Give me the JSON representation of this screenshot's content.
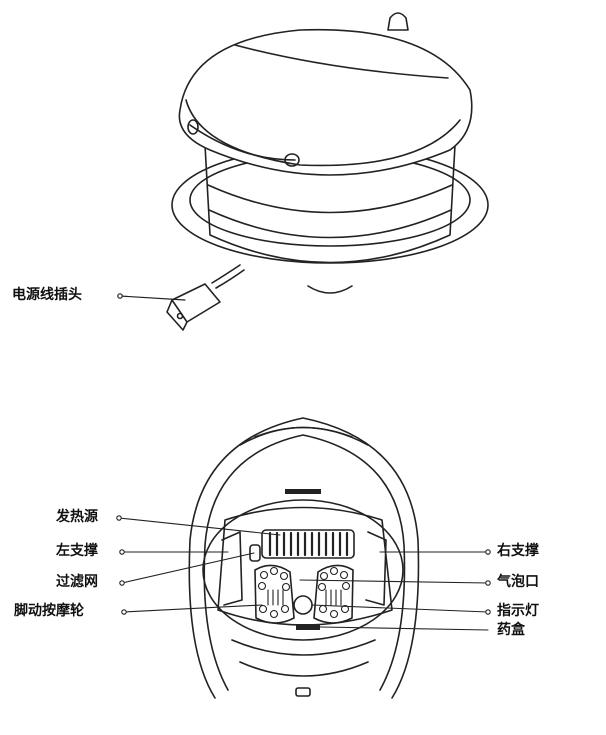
{
  "labels": {
    "power_plug": "电源线插头",
    "heat_source": "发热源",
    "left_support": "左支撑",
    "filter_mesh": "过滤网",
    "foot_massage_roller": "脚动按摩轮",
    "right_support": "右支撑",
    "air_bubble_outlet": "气泡口",
    "indicator_light": "指示灯",
    "medicine_box": "药盒"
  },
  "colors": {
    "line": "#222222",
    "fill": "#ffffff"
  }
}
